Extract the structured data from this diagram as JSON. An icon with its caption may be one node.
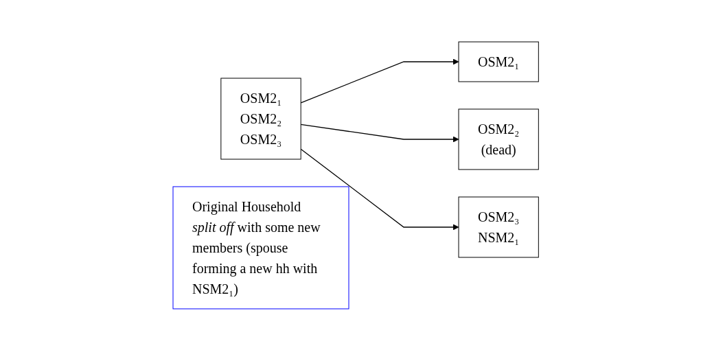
{
  "diagram": {
    "nodes": [
      {
        "text": [
          "OSM2₁",
          "OSM2₂",
          "OSM2₃"
        ]
      },
      {
        "text": [
          "OSM2₁"
        ]
      },
      {
        "text": [
          "OSM2₂",
          "(dead)"
        ]
      },
      {
        "text": [
          "OSM2₃",
          "NSM2₁"
        ]
      },
      {
        "text": [
          "Original Household *split off* with some new members (spouse forming a new hh with NSM2₁)"
        ]
      }
    ],
    "edges": [
      {
        "from": 0,
        "to": 1,
        "arrow": "to"
      },
      {
        "from": 0,
        "to": 2,
        "arrow": "to"
      },
      {
        "from": 0,
        "to": 3,
        "arrow": "to"
      }
    ]
  }
}
